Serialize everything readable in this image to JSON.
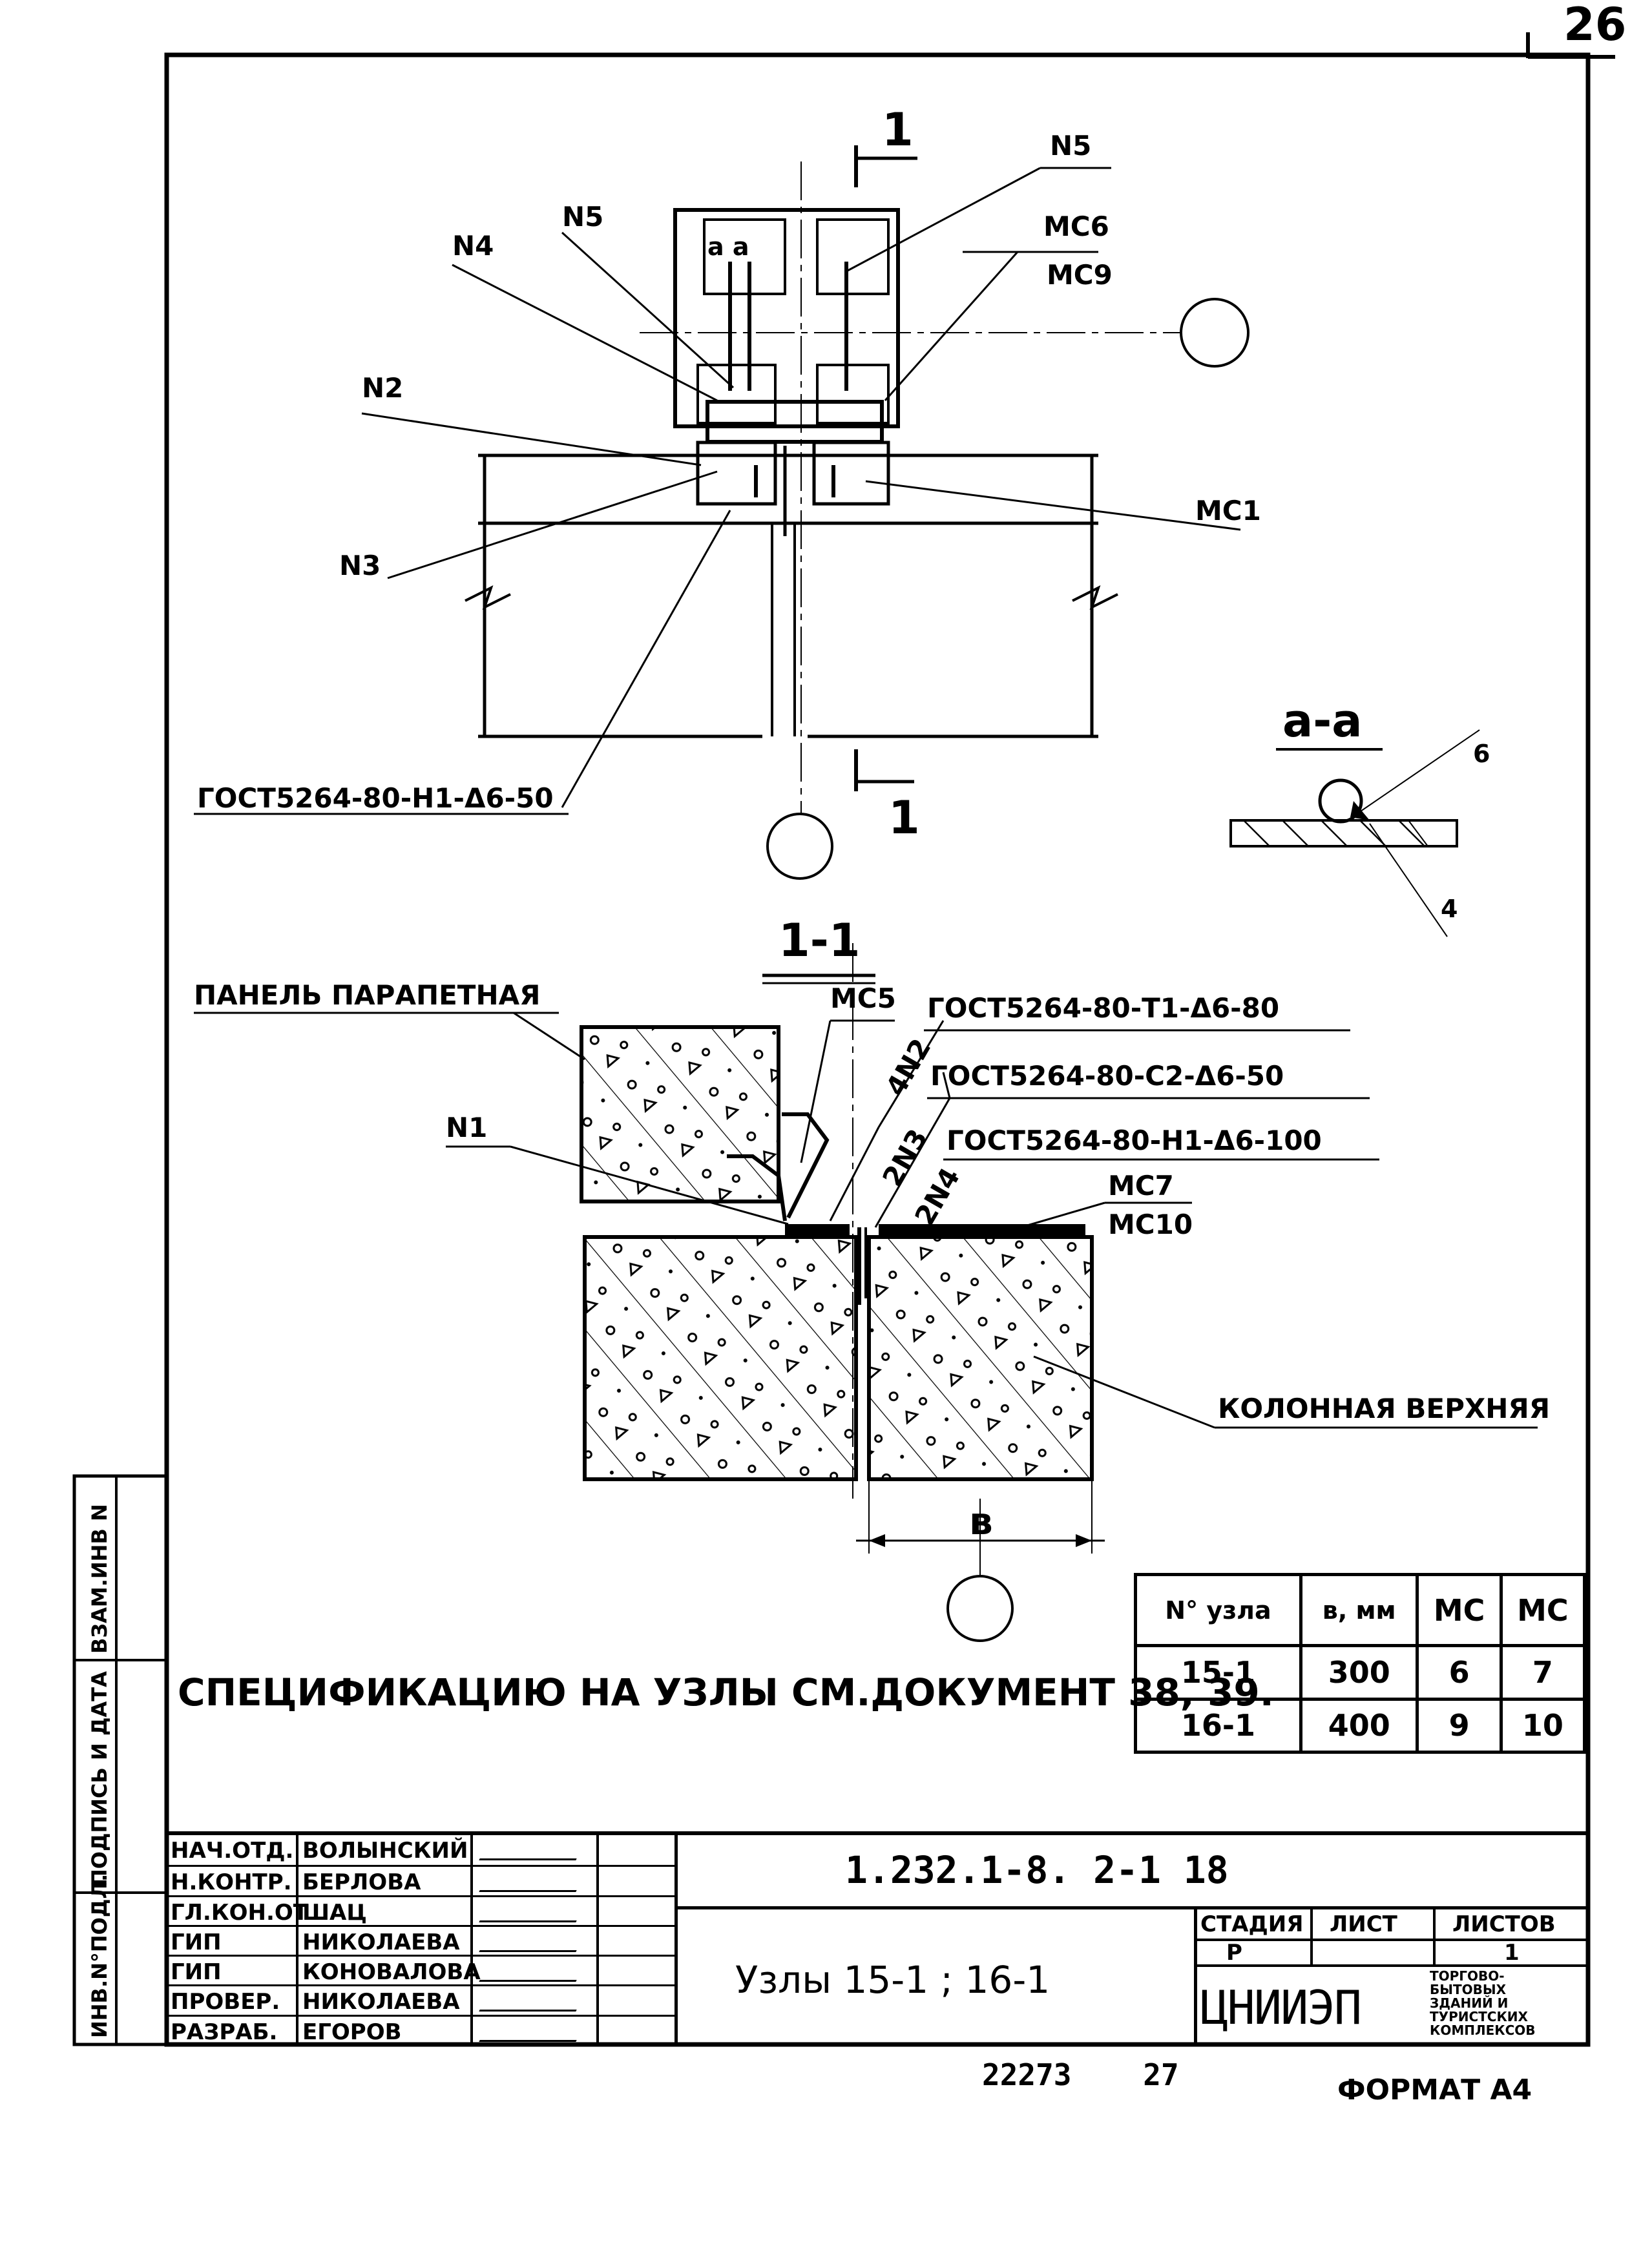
{
  "sheet": {
    "page_number": "26",
    "format": "ФОРМАТ А4",
    "bottom_numbers": "22273    27"
  },
  "top_view": {
    "section_mark_top": "1",
    "section_mark_bottom": "1",
    "callouts": {
      "n5_right": "N5",
      "mc6": "МС6",
      "mc9": "МС9",
      "n4": "N4",
      "n5_left": "N5",
      "n2": "N2",
      "n3": "N3",
      "mc1": "МС1",
      "aa_mark": "а а",
      "weld_top": "ГОСТ5264-80-Н1-Δ6-50"
    }
  },
  "detail_aa": {
    "title": "а-а",
    "dim_top": "6",
    "dim_bottom": "4"
  },
  "section_11": {
    "title": "1-1",
    "panel_label": "ПАНЕЛЬ ПАРАПЕТНАЯ",
    "column_label": "КОЛОННАЯ ВЕРХНЯЯ",
    "callouts": {
      "mc5": "МС5",
      "n1": "N1",
      "n2_count": "4N2",
      "n3_count": "2N3",
      "n4_count": "2N4",
      "mc7": "МС7",
      "mc10": "МС10",
      "weld_1": "ГОСТ5264-80-Т1-Δ6-80",
      "weld_2": "ГОСТ5264-80-С2-Δ6-50",
      "weld_3": "ГОСТ5264-80-Н1-Δ6-100",
      "dim_b": "в"
    }
  },
  "spec_note": "СПЕЦИФИКАЦИЮ НА УЗЛЫ СМ.ДОКУМЕНТ 38, 39.",
  "spec_table": {
    "headers": [
      "N° узла",
      "в, мм",
      "МС",
      "МС"
    ],
    "rows": [
      [
        "15-1",
        "300",
        "6",
        "7"
      ],
      [
        "16-1",
        "400",
        "9",
        "10"
      ]
    ]
  },
  "side_stamp": [
    "ИНВ.N°ПОДЛ.",
    "ПОДПИСЬ И ДАТА",
    "ВЗАМ.ИНВ N"
  ],
  "title_block": {
    "code": "1.232.1-8. 2-1   18",
    "drawing_title": "Узлы 15-1 ; 16-1",
    "stage_header": "СТАДИЯ",
    "sheet_header": "ЛИСТ",
    "sheets_header": "ЛИСТОВ",
    "stage": "Р",
    "sheet": "",
    "sheets": "1",
    "org_logo": "ЦНИИЭП",
    "org_text": [
      "ТОРГОВО-",
      "БЫТОВЫХ",
      "ЗДАНИЙ И",
      "ТУРИСТСКИХ",
      "КОМПЛЕКСОВ"
    ],
    "signatures": [
      {
        "role": "НАЧ.ОТД.",
        "name": "ВОЛЫНСКИЙ"
      },
      {
        "role": "Н.КОНТР.",
        "name": "БЕРЛОВА"
      },
      {
        "role": "ГЛ.КОН.ОТ",
        "name": "ШАЦ"
      },
      {
        "role": "ГИП",
        "name": "НИКОЛАЕВА"
      },
      {
        "role": "ГИП",
        "name": "КОНОВАЛОВА"
      },
      {
        "role": "ПРОВЕР.",
        "name": "НИКОЛАЕВА"
      },
      {
        "role": "РАЗРАБ.",
        "name": "ЕГОРОВ"
      }
    ]
  }
}
